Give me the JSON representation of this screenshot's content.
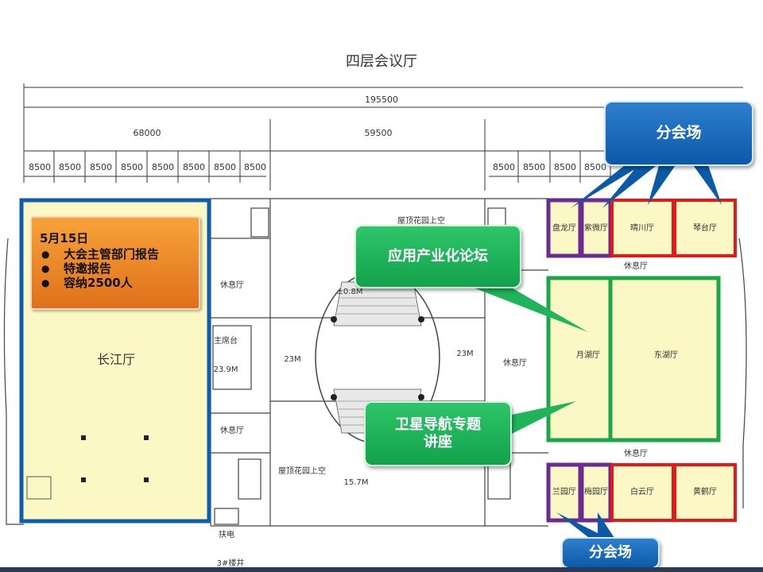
{
  "floor_title": "四层会议厅",
  "dimensions": {
    "total": "195500",
    "sections": [
      "68000",
      "59500"
    ],
    "bays_left": [
      "8500",
      "8500",
      "8500",
      "8500",
      "8500",
      "8500",
      "8500",
      "8500"
    ],
    "bays_right": [
      "8500",
      "8500",
      "8500",
      "8500"
    ]
  },
  "rooms": {
    "changjiang": "长江厅",
    "zhuxitai": "主席台",
    "zhuxitai_height": "23.9M",
    "xiuxi_1": "休息厅",
    "xiuxi_2": "休息厅",
    "xiuxi_3": "休息厅",
    "xiuxi_4": "休息厅",
    "xiuxi_5": "休息厅",
    "roof_garden_1": "屋顶花园上空",
    "roof_garden_2": "屋顶花园上空",
    "elevation": "±0.8M",
    "height_23m_1": "23M",
    "height_23m_2": "23M",
    "height_157": "15.7M",
    "panlong": "盘龙厅",
    "ziwei": "紫微厅",
    "qingchuan": "晴川厅",
    "qintai": "琴台厅",
    "yuehu": "月湖厅",
    "donghu": "东湖厅",
    "lanyuan": "兰园厅",
    "meiyuan": "梅园厅",
    "baiyun": "白云厅",
    "huanghe": "黄鹤厅",
    "elevator": "扶电",
    "stairs": "3#楼井"
  },
  "callouts": {
    "top_sub_venue": "分会场",
    "bottom_sub_venue": "分会场",
    "application_forum": "应用产业化论坛",
    "satellite_line1": "卫星导航专题",
    "satellite_line2": "讲座"
  },
  "info_box": {
    "date": "5月15日",
    "items": [
      "大会主管部门报告",
      "特邀报告",
      "容纳2500人"
    ]
  },
  "colors": {
    "main_hall_border": "#0b5fae",
    "sub_venue_purple": "#6a2c91",
    "sub_venue_red": "#e21a1a",
    "forum_green": "#1aa74a",
    "room_fill": "#fbf8c6",
    "callout_blue": "#0a5aa8",
    "callout_green": "#1fb35a",
    "info_orange": "#f08a28"
  }
}
